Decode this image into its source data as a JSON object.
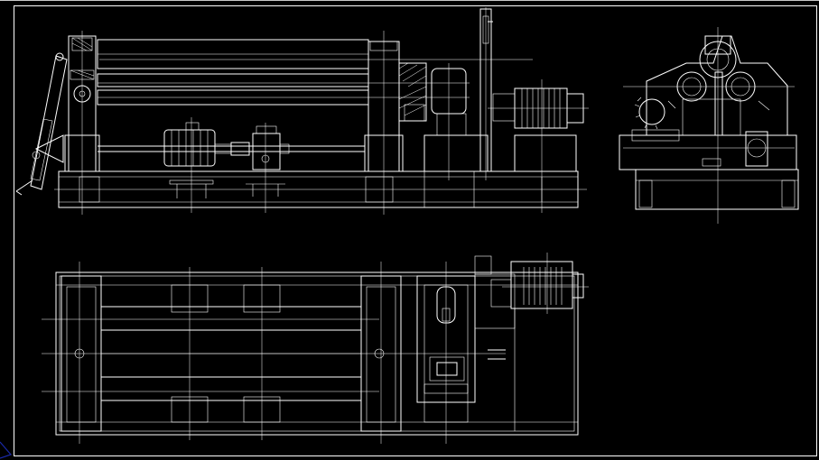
{
  "colors": {
    "background": "#000000",
    "linework": "#ffffff",
    "frame": "#ffffff",
    "top_border": "#c8c8c8",
    "corner_accent": "#1a2aa8"
  },
  "views": [
    {
      "id": "front-elevation",
      "label": ""
    },
    {
      "id": "side-elevation",
      "label": ""
    },
    {
      "id": "plan-view",
      "label": ""
    }
  ]
}
